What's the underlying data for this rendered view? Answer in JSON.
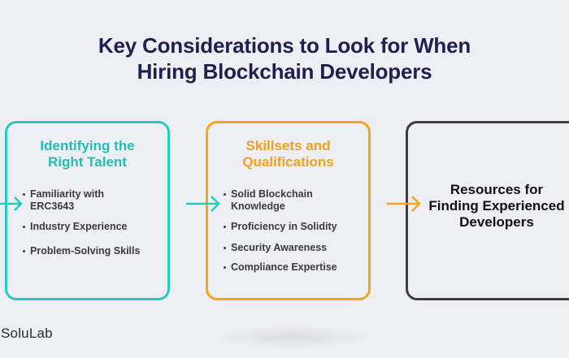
{
  "title": {
    "line1": "Key Considerations to Look for When",
    "line2": "Hiring Blockchain Developers"
  },
  "cards": [
    {
      "title_line1": "Identifying the",
      "title_line2": "Right Talent",
      "items": [
        {
          "line1": "Familiarity with",
          "line2": "ERC3643"
        },
        {
          "line1": "Industry Experience"
        },
        {
          "line1": "Problem-Solving Skills"
        }
      ]
    },
    {
      "title_line1": "Skillsets and",
      "title_line2": "Qualifications",
      "items": [
        {
          "line1": "Solid Blockchain",
          "line2": "Knowledge"
        },
        {
          "line1": "Proficiency in Solidity"
        },
        {
          "line1": "Security Awareness"
        },
        {
          "line1": "Compliance Expertise"
        }
      ]
    },
    {
      "title_line1": "Resources for",
      "title_line2": "Finding Experienced",
      "title_line3": "Developers"
    }
  ],
  "brand": "SoluLab",
  "colors": {
    "teal": "#28c9c0",
    "orange": "#f2a61c",
    "dark": "#3d3d42",
    "title": "#1e2150"
  }
}
